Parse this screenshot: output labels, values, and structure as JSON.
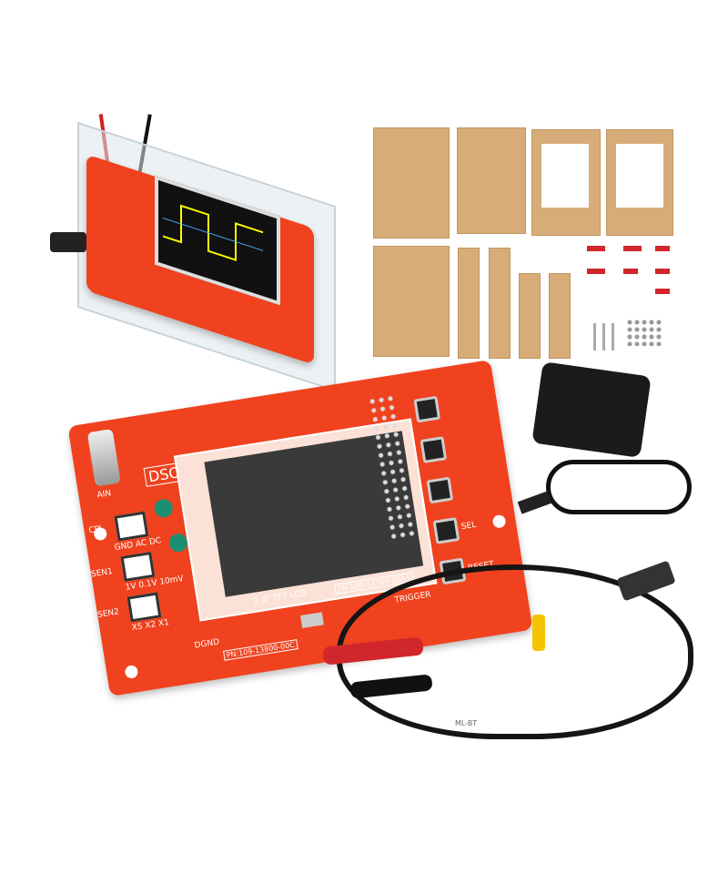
{
  "board": {
    "model": "DSO138",
    "lcd_label": "2.4\" TFT LCD",
    "pn_lcd": "PN:109-13700-00A1",
    "pn_board": "PN:109-13800-00C",
    "coupling": "GND AC DC",
    "sens1": "1V 0.1V 10mV",
    "sens2": "X5 X2 X1",
    "cpl": "CPL",
    "sen1": "SEN1",
    "sen2": "SEN2",
    "sel": "SEL",
    "reset": "RESET",
    "trigger": "TRIGGER",
    "ain": "AIN",
    "dgnd": "DGND"
  },
  "cable": {
    "print": "ML-BT"
  },
  "colors": {
    "pcb": "#f0421e",
    "acrylic": "#d4a46a",
    "clip_red": "#d0262c"
  }
}
